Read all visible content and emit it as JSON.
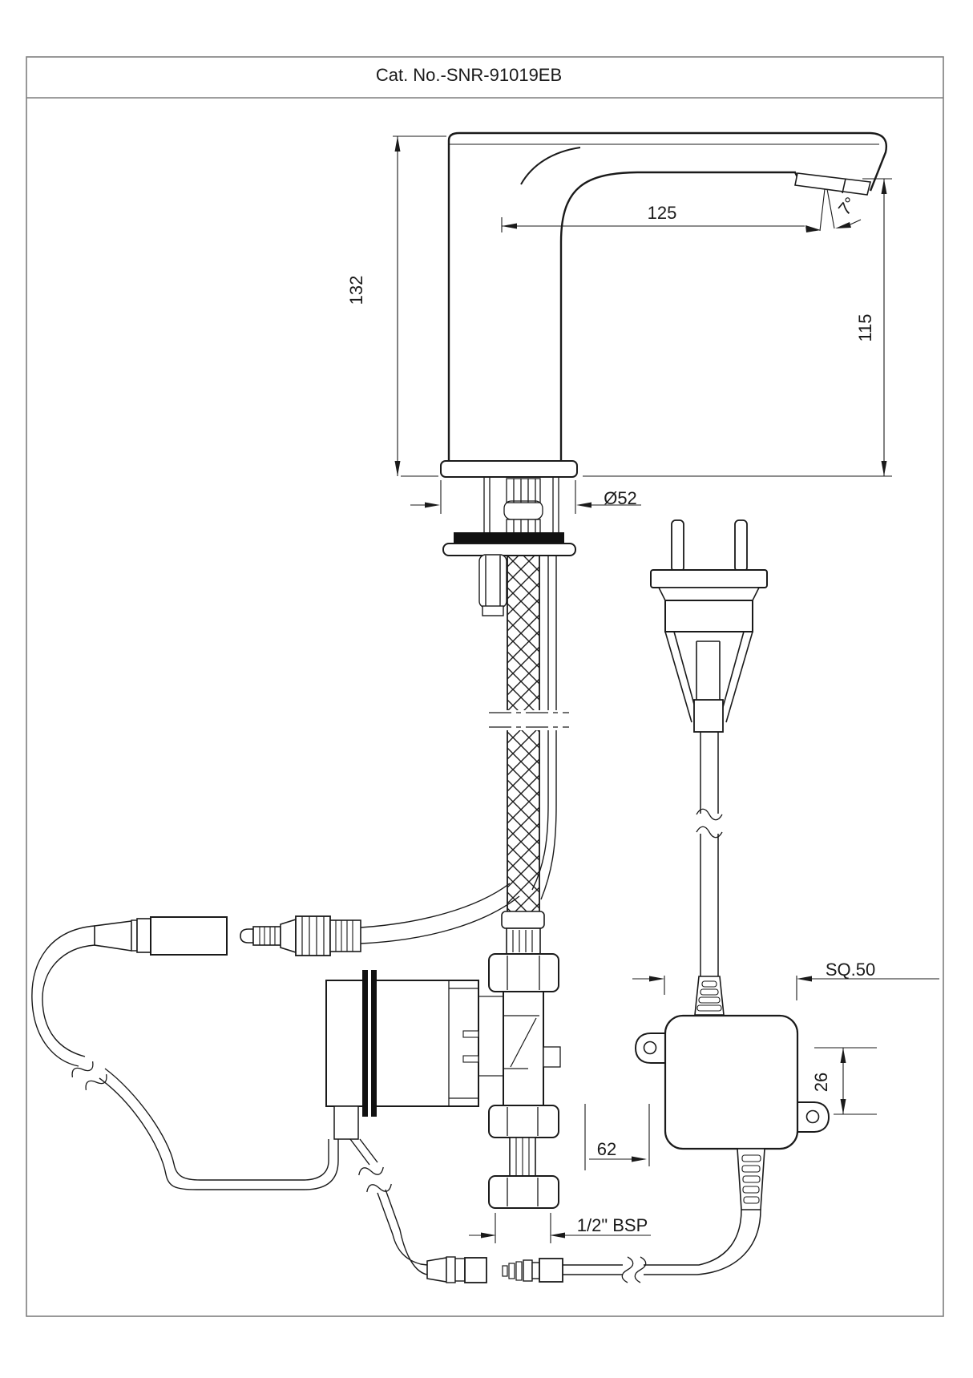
{
  "page": {
    "title": "Cat. No.-SNR-91019EB"
  },
  "colors": {
    "ink": "#1a1a1a",
    "border": "#7f7f7f",
    "background": "#ffffff"
  },
  "annotations": {
    "faucet_height": "132",
    "spout_reach": "125",
    "outlet_angle": "7°",
    "outlet_height": "115",
    "base_diameter": "Ø52",
    "control_box_square": "SQ.50",
    "mount_hole_offset": "26",
    "valve_offset": "62",
    "inlet_thread": "1/2\" BSP"
  }
}
